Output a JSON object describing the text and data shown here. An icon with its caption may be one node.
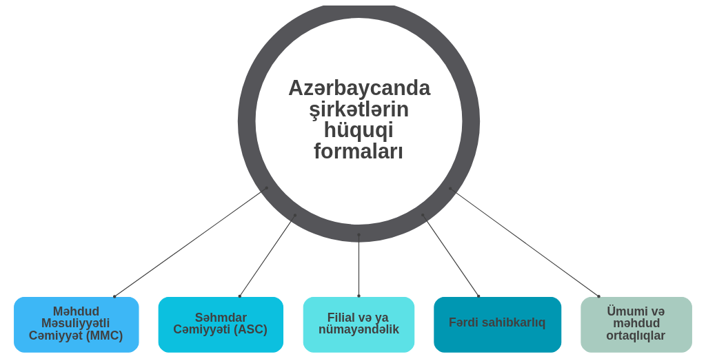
{
  "diagram": {
    "nodes": [
      {
        "text": [
          "Azərbaycanda şirkətlərin hüquqi formaları"
        ]
      },
      {
        "text": [
          "Məhdud Məsuliyyətli Cəmiyyət (MMC)"
        ]
      },
      {
        "text": [
          "Səhmdar Cəmiyyəti (ASC)"
        ]
      },
      {
        "text": [
          "Filial və ya nümayəndəlik"
        ]
      },
      {
        "text": [
          "Fərdi sahibkarlıq"
        ]
      },
      {
        "text": [
          "Ümumi və məhdud ortaqlıqlar"
        ]
      }
    ],
    "edges": [
      {
        "from": 0,
        "to": 1,
        "arrow": "other"
      },
      {
        "from": 0,
        "to": 2,
        "arrow": "other"
      },
      {
        "from": 0,
        "to": 3,
        "arrow": "other"
      },
      {
        "from": 0,
        "to": 4,
        "arrow": "other"
      },
      {
        "from": 0,
        "to": 5,
        "arrow": "other"
      }
    ]
  }
}
